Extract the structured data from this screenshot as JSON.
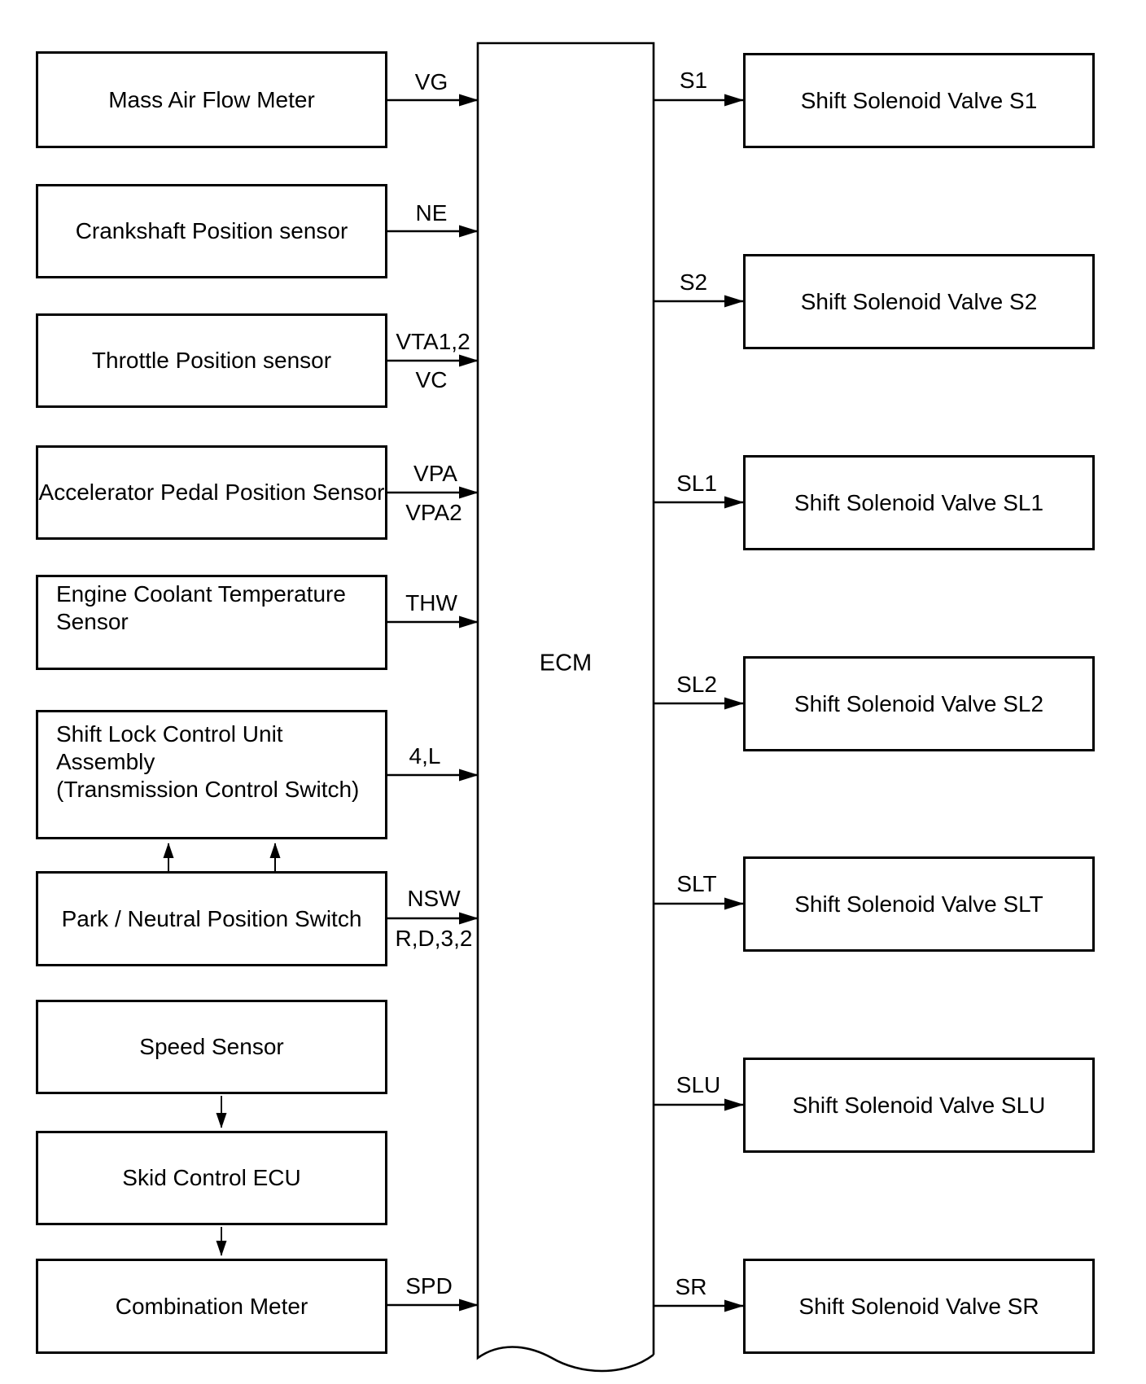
{
  "ecm": {
    "label": "ECM"
  },
  "inputs": [
    {
      "label": "Mass Air Flow Meter",
      "signal_above": "VG"
    },
    {
      "label": "Crankshaft Position sensor",
      "signal_above": "NE"
    },
    {
      "label": "Throttle Position sensor",
      "signal_above": "VTA1,2",
      "signal_below": "VC"
    },
    {
      "label": "Accelerator Pedal Position Sensor",
      "signal_above": "VPA",
      "signal_below": "VPA2"
    },
    {
      "line1": "Engine Coolant Temperature",
      "line2": "Sensor",
      "signal_above": "THW"
    },
    {
      "line1": "Shift Lock Control Unit Assembly",
      "line2": "(Transmission Control Switch)",
      "signal_above": "4,L"
    },
    {
      "label": "Park / Neutral Position Switch",
      "signal_above": "NSW",
      "signal_below": "R,D,3,2"
    },
    {
      "label": "Speed Sensor"
    },
    {
      "label": "Skid Control ECU"
    },
    {
      "label": "Combination Meter",
      "signal_above": "SPD"
    }
  ],
  "outputs": [
    {
      "label": "Shift Solenoid Valve S1",
      "signal": "S1"
    },
    {
      "label": "Shift Solenoid Valve S2",
      "signal": "S2"
    },
    {
      "label": "Shift Solenoid Valve SL1",
      "signal": "SL1"
    },
    {
      "label": "Shift Solenoid Valve SL2",
      "signal": "SL2"
    },
    {
      "label": "Shift Solenoid Valve SLT",
      "signal": "SLT"
    },
    {
      "label": "Shift Solenoid Valve SLU",
      "signal": "SLU"
    },
    {
      "label": "Shift Solenoid Valve SR",
      "signal": "SR"
    }
  ],
  "colors": {
    "line": "#000000",
    "background": "#ffffff"
  }
}
